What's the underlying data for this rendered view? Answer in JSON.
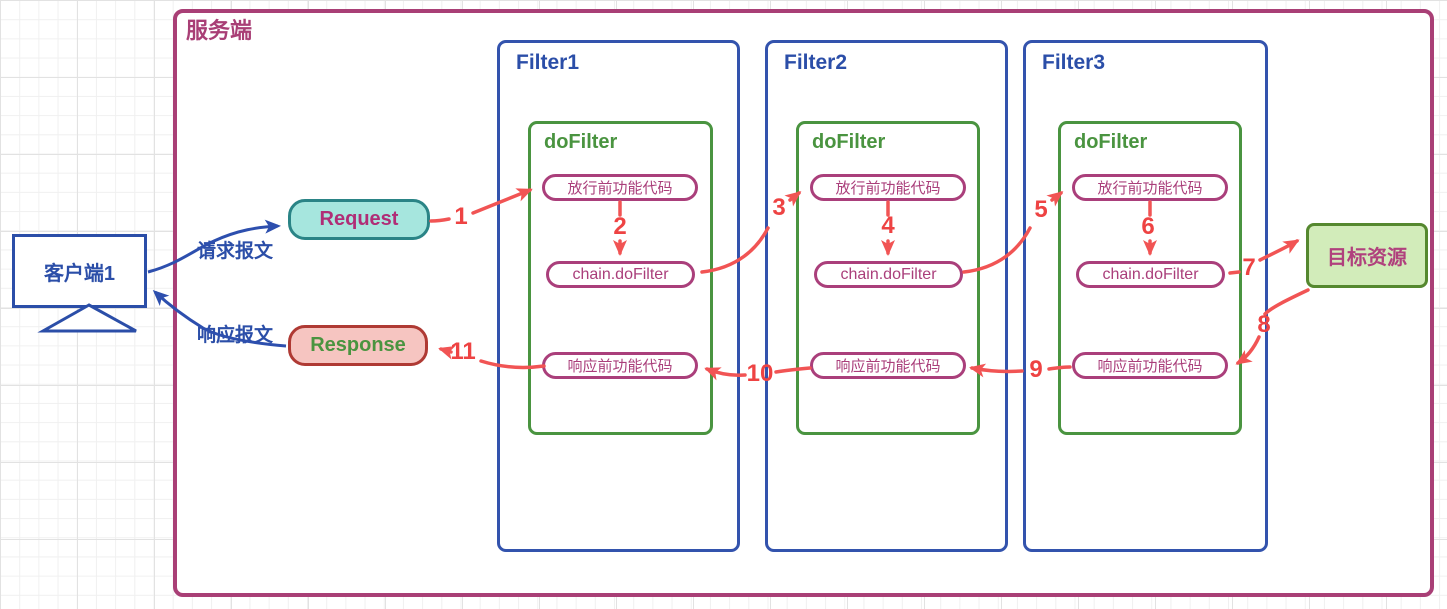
{
  "server": {
    "label": "服务端"
  },
  "client": {
    "label": "客户端1"
  },
  "messages": {
    "request": "请求报文",
    "response": "响应报文"
  },
  "bubbles": {
    "request": "Request",
    "response": "Response"
  },
  "target": {
    "label": "目标资源"
  },
  "filters": [
    {
      "name": "Filter1",
      "method": "doFilter",
      "pre": "放行前功能代码",
      "chain": "chain.doFilter",
      "post": "响应前功能代码"
    },
    {
      "name": "Filter2",
      "method": "doFilter",
      "pre": "放行前功能代码",
      "chain": "chain.doFilter",
      "post": "响应前功能代码"
    },
    {
      "name": "Filter3",
      "method": "doFilter",
      "pre": "放行前功能代码",
      "chain": "chain.doFilter",
      "post": "响应前功能代码"
    }
  ],
  "steps": [
    "1",
    "2",
    "3",
    "4",
    "5",
    "6",
    "7",
    "8",
    "9",
    "10",
    "11"
  ],
  "colors": {
    "server_border": "#a93f76",
    "filter_border": "#3353ad",
    "filter_text": "#2b4ea8",
    "dofilter_green": "#4a9440",
    "node_magenta": "#aa3f7b",
    "arrow_red": "#f15454",
    "number_red": "#ee4343",
    "arrow_blue": "#2d4fae",
    "request_fill": "#a6e6de",
    "request_border": "#2a8486",
    "request_text": "#b02d76",
    "response_fill": "#f6c5c1",
    "response_border": "#af3a34",
    "response_text": "#4a9440",
    "target_fill": "#d2ecba",
    "target_border": "#55882f"
  }
}
